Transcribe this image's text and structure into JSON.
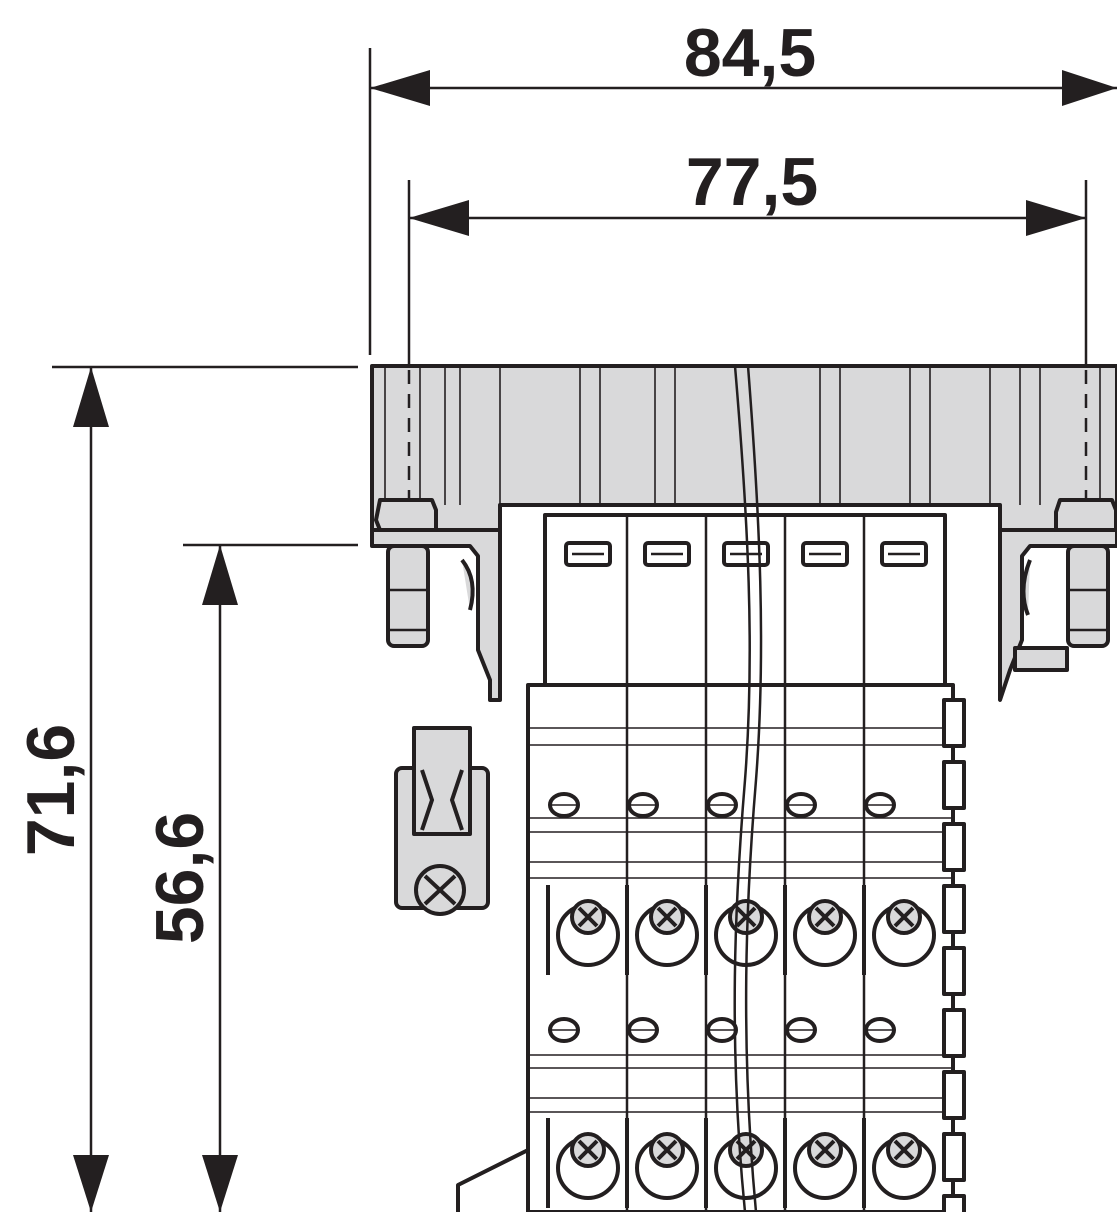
{
  "dimensions": {
    "overall_width": "84,5",
    "mounting_width": "77,5",
    "overall_height": "71,6",
    "mounting_height": "56,6"
  },
  "colors": {
    "line": "#231f20",
    "part_fill": "#d9d9da",
    "background": "#ffffff"
  },
  "terminal_module_count": 5
}
